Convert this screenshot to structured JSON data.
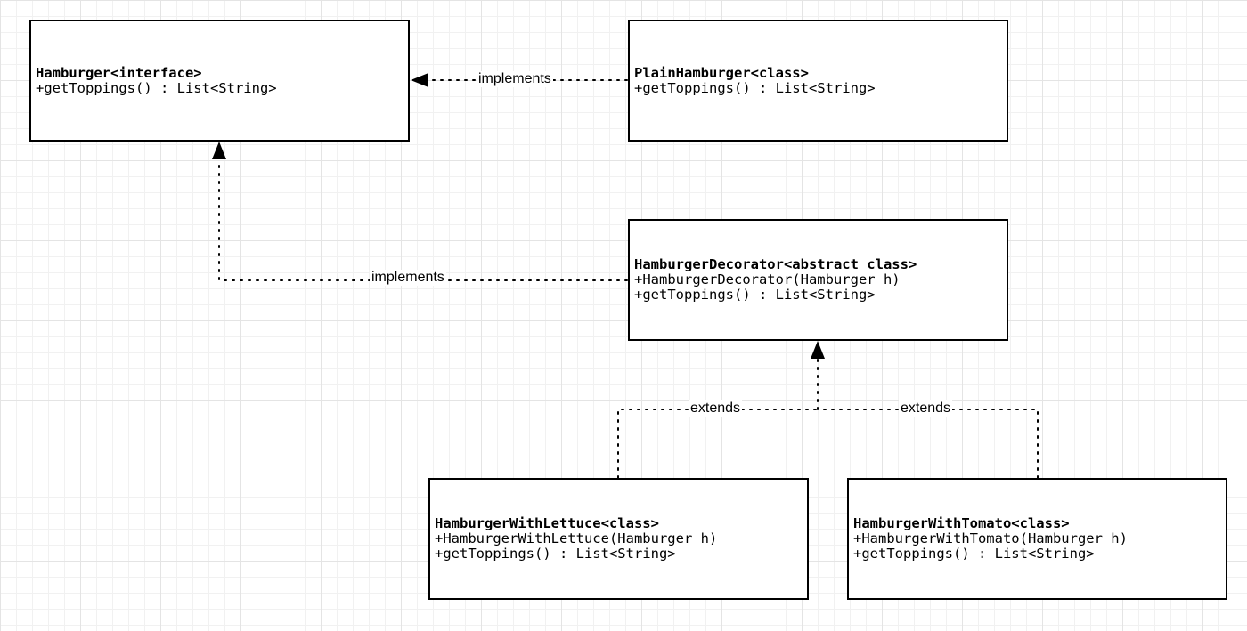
{
  "boxes": {
    "hamburger": {
      "title": "Hamburger<interface>",
      "members": [
        "+getToppings() : List<String>"
      ]
    },
    "plain_hamburger": {
      "title": "PlainHamburger<class>",
      "members": [
        "+getToppings() : List<String>"
      ]
    },
    "hamburger_decorator": {
      "title": "HamburgerDecorator<abstract class>",
      "members": [
        "+HamburgerDecorator(Hamburger h)",
        "+getToppings() : List<String>"
      ]
    },
    "hamburger_with_lettuce": {
      "title": "HamburgerWithLettuce<class>",
      "members": [
        "+HamburgerWithLettuce(Hamburger h)",
        "+getToppings() : List<String>"
      ]
    },
    "hamburger_with_tomato": {
      "title": "HamburgerWithTomato<class>",
      "members": [
        "+HamburgerWithTomato(Hamburger h)",
        "+getToppings() : List<String>"
      ]
    }
  },
  "connectors": {
    "plain_implements": "implements",
    "decorator_implements": "implements",
    "lettuce_extends": "extends",
    "tomato_extends": "extends"
  }
}
